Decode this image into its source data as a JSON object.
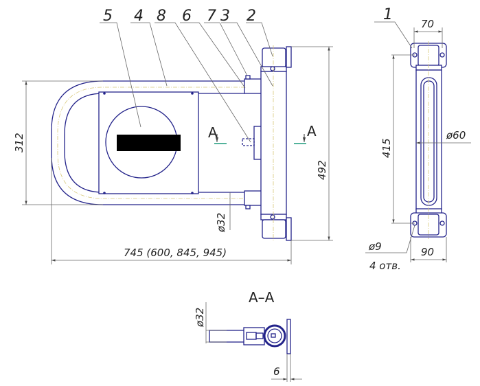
{
  "colors": {
    "line": "#23238a",
    "dimension": "#666666",
    "centerline": "#d8c878",
    "section_mark": "#1a9a7a",
    "sign_bar": "#000000"
  },
  "part_labels": [
    "5",
    "4",
    "8",
    "6",
    "7",
    "3",
    "2",
    "1"
  ],
  "main_view": {
    "dim_height_arm": "312",
    "dim_height_total": "492",
    "dim_width": "745 (600, 845, 945)",
    "dim_tube": "ø32",
    "section_mark_left": "A",
    "section_mark_right": "A"
  },
  "side_view": {
    "dim_top_width": "70",
    "dim_hole_spacing": "415",
    "dim_post": "ø60",
    "dim_base_width": "90",
    "dim_hole": "ø9",
    "hole_count": "4 отв."
  },
  "section_view": {
    "title": "A–A",
    "dim_tube": "ø32",
    "dim_flange": "6"
  }
}
